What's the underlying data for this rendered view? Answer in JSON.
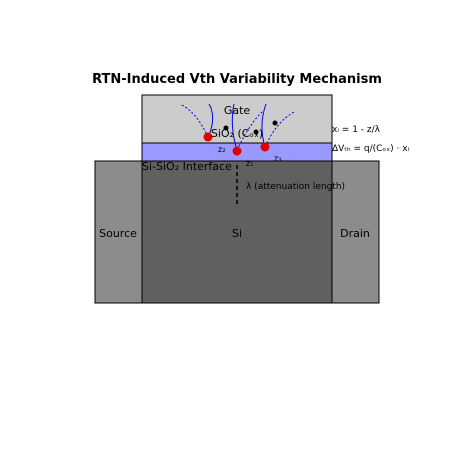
{
  "title": "RTN-Induced Vth Variability Mechanism",
  "labels": {
    "gate": "Gate",
    "oxide": "SiO₂ (Cₒₓ)",
    "interface": "Si-SiO₂ Interface",
    "source": "Source",
    "drain": "Drain",
    "silicon": "Si",
    "attenuation": "λ (attenuation length)"
  },
  "traps": {
    "labels": [
      "z₁",
      "z₂",
      "z₃"
    ]
  },
  "equations": {
    "weight": "xᵢ = 1 - z/λ",
    "delta_vth": "ΔVₜₕ = q/(Cₒₓ) · xᵢ"
  },
  "colors": {
    "gate": "#cccccc",
    "oxide": "#9999ff",
    "silicon": "#606060",
    "source_drain": "#8c8c8c",
    "trap": "#e00000",
    "electron": "#000000",
    "field_line": "#0000ee"
  }
}
